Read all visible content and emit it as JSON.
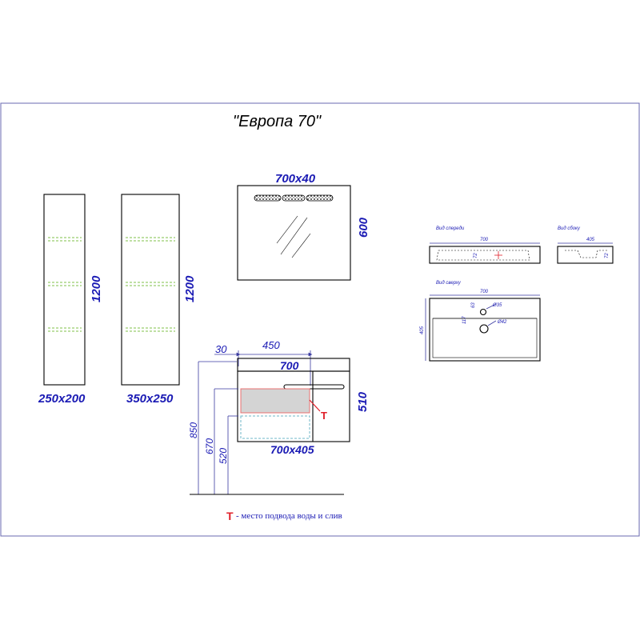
{
  "title": "\"Европа 70\"",
  "tall_cabinets": [
    {
      "height_label": "1200",
      "size_label": "250x200"
    },
    {
      "height_label": "1200",
      "size_label": "350x250"
    }
  ],
  "mirror": {
    "size_label": "700x40",
    "height_label": "600"
  },
  "vanity": {
    "top_dim_left": "30",
    "top_dim_width": "450",
    "width_label": "700",
    "height_label": "510",
    "size_label": "700x405",
    "marker": "T",
    "heights": [
      "850",
      "670",
      "520"
    ]
  },
  "legend": {
    "marker": "T",
    "text": "- место подвода воды и слив"
  },
  "sink_views": {
    "front": {
      "label": "Вид спереди",
      "width": "700",
      "height": "72"
    },
    "side": {
      "label": "Вид сбоку",
      "width": "405",
      "height": "72"
    },
    "top": {
      "label": "Вид сверху",
      "width": "700",
      "depth": "405",
      "dim_63": "63",
      "dim_117": "117",
      "hole1": "Ø35",
      "hole2": "Ø42"
    }
  },
  "colors": {
    "dimension_text": "#1a1ab4",
    "marker": "#e0202a",
    "shelf": "#7fc24a"
  }
}
